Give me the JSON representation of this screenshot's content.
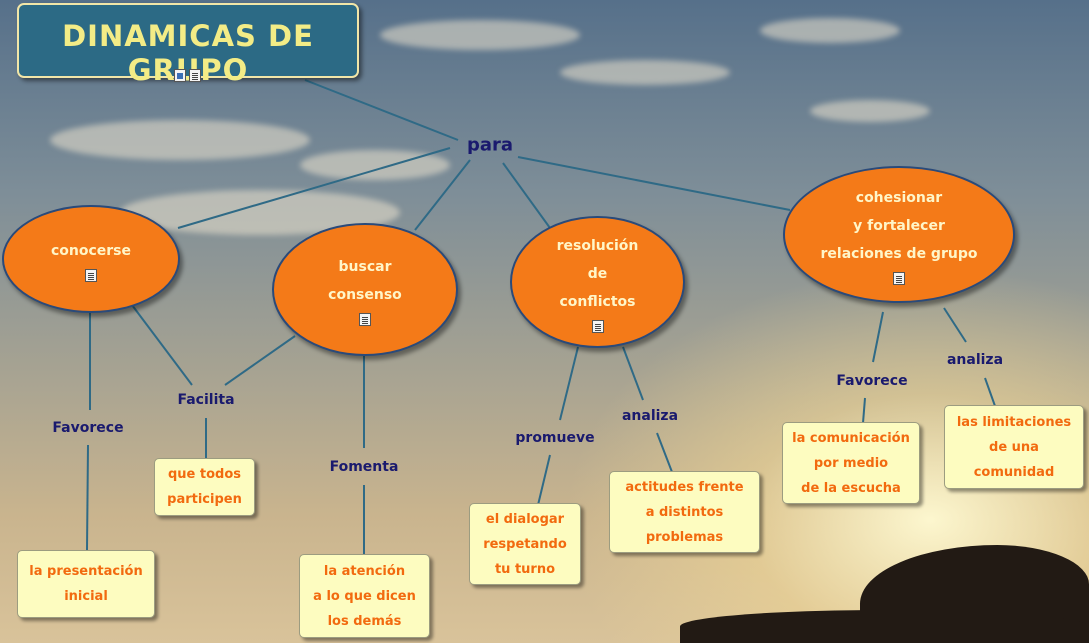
{
  "title": "DINAMICAS DE GRUPO",
  "central_link": "para",
  "concepts": {
    "conocerse": "conocerse",
    "buscar_consenso": "buscar\nconsenso",
    "resolucion": "resolución\nde\nconflictos",
    "cohesionar": "cohesionar\ny fortalecer\nrelaciones de grupo"
  },
  "link_labels": {
    "facilita": "Facilita",
    "favorece_left": "Favorece",
    "fomenta": "Fomenta",
    "promueve": "promueve",
    "analiza_mid": "analiza",
    "favorece_right": "Favorece",
    "analiza_right": "analiza"
  },
  "boxes": {
    "que_todos": "que todos\nparticipen",
    "presentacion": "la presentación\ninicial",
    "atencion": "la atención\na lo que dicen\nlos demás",
    "dialogar": "el dialogar\nrespetando\ntu turno",
    "actitudes": "actitudes frente\na distintos\nproblemas",
    "comunicacion": "la comunicación\npor medio\nde la escucha",
    "limitaciones": "las limitaciones\nde una\ncomunidad"
  },
  "colors": {
    "title_bg": "#2c6a85",
    "title_text": "#f3ec86",
    "concept_fill": "#f47a18",
    "concept_text": "#fff6c8",
    "box_fill": "#fdfcc0",
    "box_text": "#f26a0f",
    "link_label": "#1a1a6e",
    "line": "#2f6a86"
  }
}
